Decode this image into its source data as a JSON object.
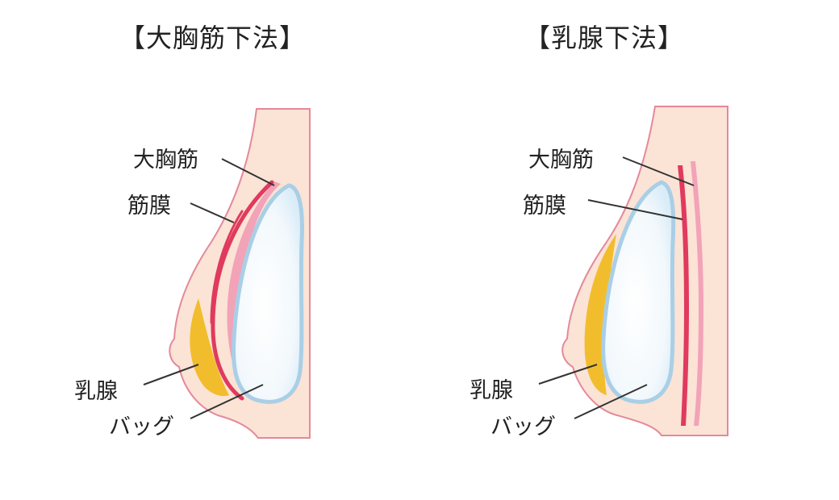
{
  "left": {
    "title": "【大胸筋下法】",
    "labels": {
      "pectoral": "大胸筋",
      "fascia": "筋膜",
      "gland": "乳腺",
      "implant": "バッグ"
    }
  },
  "right": {
    "title": "【乳腺下法】",
    "labels": {
      "pectoral": "大胸筋",
      "fascia": "筋膜",
      "gland": "乳腺",
      "implant": "バッグ"
    }
  },
  "colors": {
    "skin": "#fbe3d6",
    "outline": "#e4899a",
    "muscle": "#e03a5e",
    "muscle_light": "#f2a3b7",
    "gland": "#f2bd2d",
    "implant_edge": "#a9cfe6",
    "implant_fill": "#f4f9fd",
    "leader": "#333333"
  }
}
